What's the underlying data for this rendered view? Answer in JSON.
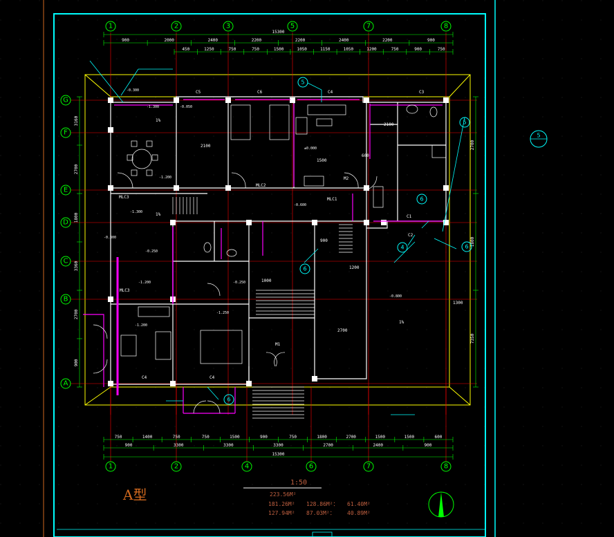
{
  "drawing": {
    "type_title": "A型",
    "scale": "1:50",
    "areas": {
      "total": "223.56M²",
      "row1": [
        "181.26M²",
        "128.86M²：",
        "61.40M²"
      ],
      "row2": [
        "127.94M²",
        "87.03M²：",
        "40.89M²"
      ]
    },
    "colors": {
      "background": "#000000",
      "frame": "#00ffff",
      "grid_axis": "#00ff00",
      "wall": "#ffffff",
      "dimension": "#00ff00",
      "axis_line": "#ff0000",
      "window": "#ff00ff",
      "furniture": "#ffffff",
      "roof_outline": "#ffff00"
    },
    "grid_top": [
      "1",
      "2",
      "3",
      "5",
      "7",
      "8"
    ],
    "grid_bottom": [
      "1",
      "2",
      "4",
      "6",
      "7",
      "8"
    ],
    "grid_left": [
      "G",
      "F",
      "E",
      "D",
      "C",
      "B",
      "A"
    ],
    "side_marker": "5",
    "top_dims_row1": [
      "15300"
    ],
    "top_dims_row2": [
      "900",
      "2000",
      "2400",
      "2200",
      "2200",
      "2400",
      "2200",
      "900"
    ],
    "top_dims_row3": [
      "450",
      "1250",
      "750",
      "750",
      "1500",
      "1050",
      "1150",
      "1050",
      "1200",
      "750",
      "900",
      "750"
    ],
    "bottom_dims_row1": [
      "750",
      "1400",
      "750",
      "750",
      "1500",
      "900",
      "750",
      "1800",
      "2700",
      "1500",
      "1500",
      "600"
    ],
    "bottom_dims_row2": [
      "900",
      "3300",
      "3300",
      "3300",
      "2700",
      "2400",
      "900"
    ],
    "bottom_dims_row3": [
      "15300"
    ],
    "left_dims": [
      "3160",
      "2700",
      "1800",
      "3360",
      "2700",
      "900"
    ],
    "right_dims": [
      "2700",
      "1800",
      "7350"
    ],
    "room_labels": [
      "C5",
      "C6",
      "C4",
      "C3",
      "MLC2",
      "MLC1",
      "MLC3",
      "M2",
      "M1",
      "C1",
      "C2",
      "C4",
      "C4",
      "MLC3"
    ],
    "elevations": [
      "-0.300",
      "-1.300",
      "-0.050",
      "±0.000",
      "-1.200",
      "-0.600",
      "-0.250",
      "-1.200",
      "-1.200",
      "-0.800",
      "-1.300",
      "-0.250",
      "-0.300",
      "-1.250"
    ],
    "misc_labels": [
      "2100",
      "2100",
      "2700",
      "1%",
      "1%",
      "1%",
      "1500",
      "900",
      "600",
      "1200",
      "1300",
      "1000"
    ],
    "callouts": [
      "5",
      "5",
      "6",
      "6",
      "4",
      "6",
      "6"
    ]
  }
}
